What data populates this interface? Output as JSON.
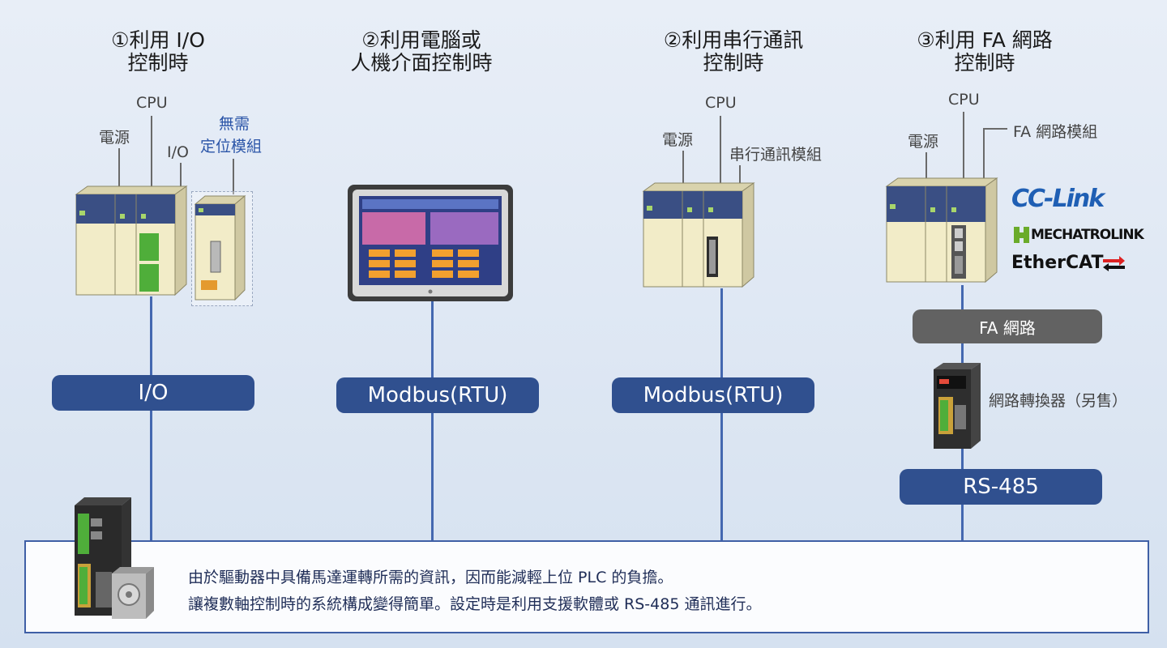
{
  "columns": [
    {
      "heading": [
        "①利用 I/O",
        "控制時"
      ],
      "bus_label": "I/O"
    },
    {
      "heading": [
        "②利用電腦或",
        "人機介面控制時"
      ],
      "bus_label": "Modbus(RTU)"
    },
    {
      "heading": [
        "②利用串行通訊",
        "控制時"
      ],
      "bus_label": "Modbus(RTU)"
    },
    {
      "heading": [
        "③利用 FA 網路",
        "控制時"
      ],
      "bus_label": "RS-485"
    }
  ],
  "labels": {
    "power": "電源",
    "cpu": "CPU",
    "io": "I/O",
    "no_positioning_module": [
      "無需",
      "定位模組"
    ],
    "serial_module": "串行通訊模組",
    "fa_network_module": "FA 網路模組",
    "fa_network": "FA 網路",
    "network_converter": "網路轉換器（另售）"
  },
  "logos": [
    "CC-Link",
    "MECHATROLINK",
    "EtherCAT"
  ],
  "note": [
    "由於驅動器中具備馬達運轉所需的資訊，因而能減輕上位 PLC 的負擔。",
    "讓複數軸控制時的系統構成變得簡單。設定時是利用支援軟體或 RS-485 通訊進行。"
  ],
  "colors": {
    "bus": "#30508f",
    "line": "#4468b0",
    "fa_network": "#626262",
    "module_body": "#f2ecc8",
    "module_band": "#3a4f84",
    "accent_text": "#2b55a8"
  }
}
